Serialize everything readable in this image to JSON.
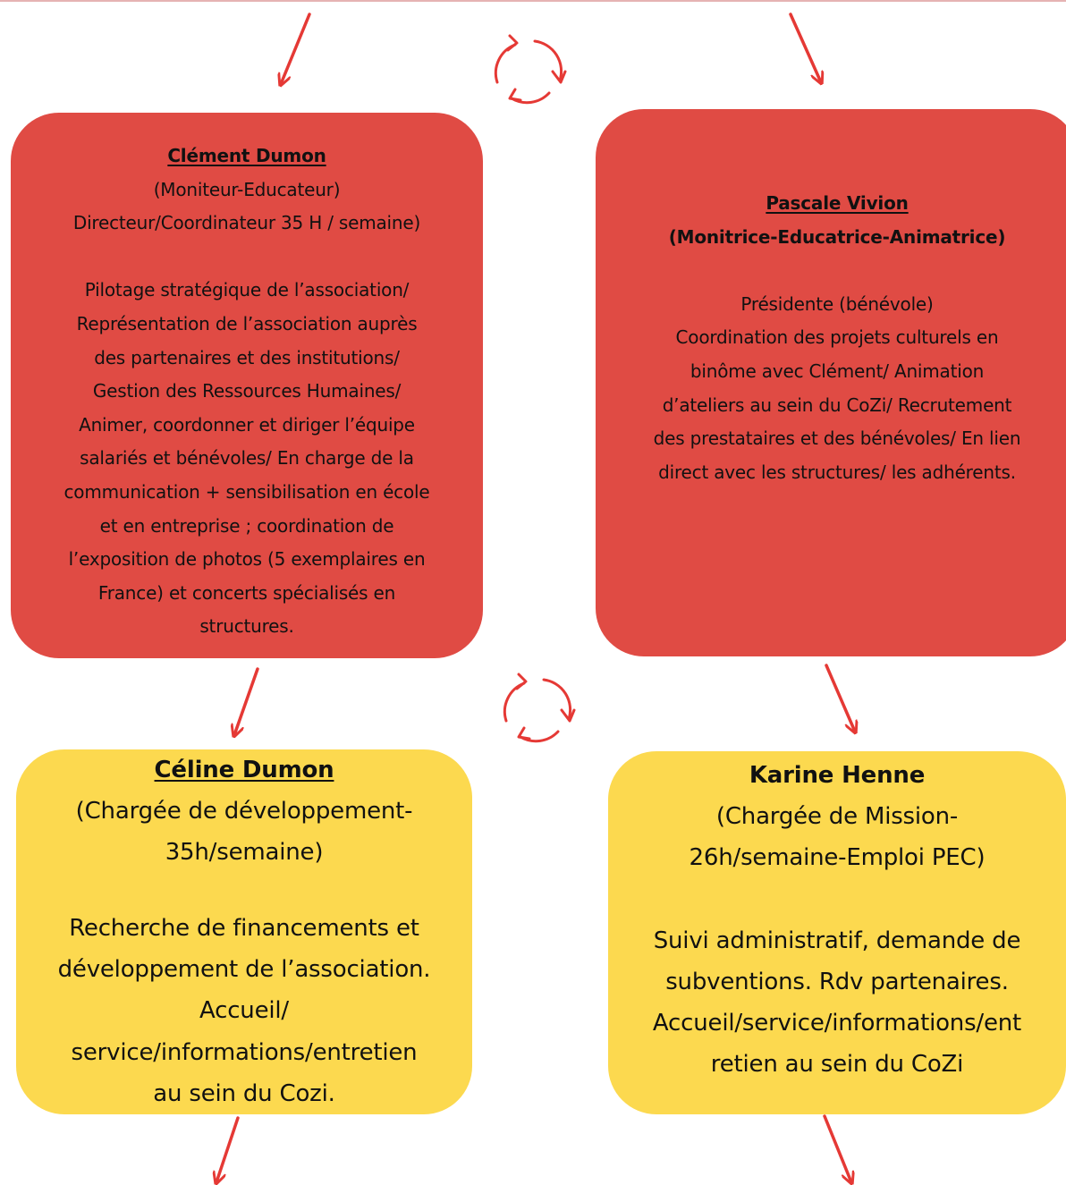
{
  "colors": {
    "red_box": "#e04b44",
    "yellow_box": "#fcd94f",
    "arrow": "#e53935",
    "top_line": "#e6b3b3"
  },
  "icons": {
    "cycle": "refresh-cycle-icon",
    "arrow": "arrow-down-icon"
  },
  "clement": {
    "name": "Clément Dumon ",
    "role": "(Moniteur-Educateur)",
    "position": "Directeur/Coordinateur 35 H / semaine)",
    "description": [
      "Pilotage stratégique de l’association/",
      "Représentation de l’association auprès",
      "des partenaires et des institutions/",
      "Gestion des Ressources Humaines/",
      "Animer, coordonner et diriger l’équipe",
      "salariés et bénévoles/ En charge de la",
      "communication + sensibilisation en école",
      "et en entreprise ; coordination de",
      "l’exposition de photos (5 exemplaires en",
      "France) et concerts spécialisés en",
      "structures."
    ]
  },
  "pascale": {
    "name": "Pascale Vivion",
    "role": "(Monitrice-Educatrice-Animatrice)",
    "description": [
      "Présidente (bénévole)",
      "Coordination des projets culturels en",
      "binôme avec Clément/ Animation",
      "d’ateliers au sein du CoZi/ Recrutement",
      "des prestataires et des bénévoles/ En lien",
      "direct avec les structures/ les adhérents."
    ]
  },
  "celine": {
    "name": "Céline Dumon ",
    "role": [
      "(Chargée de développement-",
      "35h/semaine)"
    ],
    "description": [
      "Recherche de financements et",
      "développement de l’association.",
      "Accueil/",
      "service/informations/entretien",
      "au sein du Cozi."
    ]
  },
  "karine": {
    "name": "Karine Henne",
    "role": [
      "(Chargée de Mission-",
      "26h/semaine-Emploi PEC)"
    ],
    "description": [
      "Suivi administratif, demande de",
      "subventions. Rdv partenaires.",
      "Accueil/service/informations/ent",
      "retien au sein du CoZi"
    ]
  }
}
